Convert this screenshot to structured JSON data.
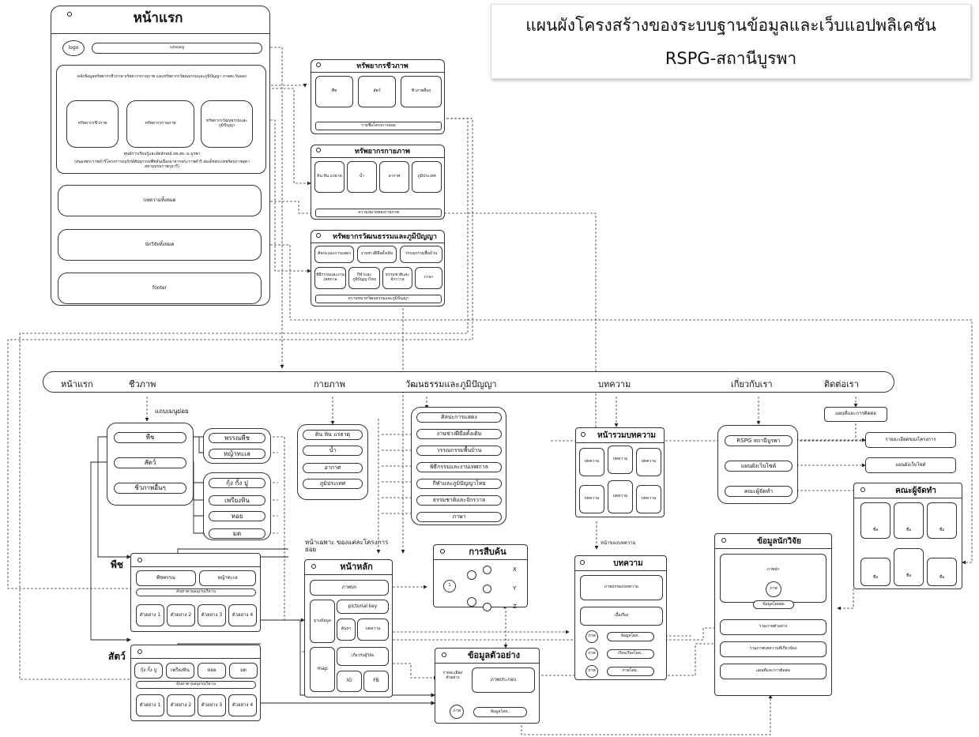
{
  "title": {
    "line1": "แผนผังโครงสร้างของระบบฐานข้อมูลและเว็บแอปพลิเคชัน",
    "line2": "RSPG-สถานีบูรพา"
  },
  "home": {
    "title": "หน้าแรก",
    "logo": "logo",
    "menu": "แถบเมนู",
    "intro": "คลังข้อมูลทรัพยากรชีวภาพ ทรัพยากรกายภาพ และทรัพยากรวัฒนธรรมและภูมิปัญญา ภาคตะวันออก",
    "card1": "ทรัพยากรชีวภาพ",
    "card2": "ทรัพยากรกายภาพ",
    "card3": "ทรัพยากรวัฒนธรรมและภูมิปัญญา",
    "center": "ศูนย์การเรียนรู้และอัตลักษณ์ อพ.สธ.-ม.บูรพา",
    "center_note": "(สนองพระราชดำริโครงการอนุรักษ์พันธุกรรมพืชอันเนื่องมาจากพระราชดำริ สมเด็จพระเทพรัตนราชสุดา สยามบรมราชกุมารี)",
    "articles": "บทความทั้งหมด",
    "researchers": "นักวิจัยทั้งหมด",
    "footer": "footer"
  },
  "bio": {
    "title": "ทรัพยากรชีวภาพ",
    "items": [
      "พืช",
      "สัตว์",
      "ชีวภาพอื่นๆ"
    ],
    "footer": "รายชื่อโครงการย่อย"
  },
  "phys": {
    "title": "ทรัพยากรกายภาพ",
    "items": [
      "ดิน หิน แร่ธาตุ",
      "น้ำ",
      "อากาศ",
      "ภูมิประเทศ"
    ],
    "footer": "ความหมายของกายภาพ"
  },
  "cult": {
    "title": "ทรัพยากรวัฒนธรรมและภูมิปัญญา",
    "items": [
      "ศิลปะและการแสดง",
      "งานช่างฝีมือดั้งเดิม",
      "วรรณกรรมพื้นบ้าน",
      "พิธีกรรมและงานเทศกาล",
      "กีฬาและภูมิปัญญาไทย",
      "ธรรมชาติและจักรวาล",
      "ภาษา"
    ],
    "footer": "ความหมายวัฒนธรรมและภูมิปัญญา"
  },
  "nav": [
    "หน้าแรก",
    "ชีวภาพ",
    "กายภาพ",
    "วัฒนธรรมและภูมิปัญญา",
    "บทความ",
    "เกี่ยวกับเรา",
    "ติดต่อเรา"
  ],
  "submenu": {
    "label": "แถบเมนูย่อย",
    "items": [
      "พืช",
      "สัตว์",
      "ชีวภาพอื่นๆ"
    ]
  },
  "plants_sub": [
    "พรรณพืช",
    "หญ้าทะเล"
  ],
  "animals_sub": [
    "กุ้ง กั้ง ปู",
    "เพรียงหิน",
    "หอย",
    "มด"
  ],
  "phys_menu": [
    "ดิน หิน แร่ธาตุ",
    "น้ำ",
    "อากาศ",
    "ภูมิประเทศ"
  ],
  "cult_menu": [
    "ศิลปะการแสดง",
    "งานช่างฝีมือดั้งเดิม",
    "วรรณกรรมพื้นบ้าน",
    "พิธีกรรมและงานเทศกาล",
    "กีฬาและภูมิปัญญาไทย",
    "ธรรมชาติและจักรวาล",
    "ภาษา"
  ],
  "contact_note": "แผนที่และการติดต่อ",
  "about": {
    "items": [
      "RSPG สถานีบูรพา",
      "แผนผังเว็บไซต์",
      "คณะผู้จัดทำ"
    ],
    "notes": [
      "รายละเอียดของโครงการ",
      "แผนผังเว็บไซต์"
    ]
  },
  "team": {
    "title": "คณะผู้จัดทำ",
    "name": "ชื่อ"
  },
  "article_hub": {
    "title": "หน้ารวมบทความ",
    "item": "บทความ",
    "note": "หน้าของบทความ"
  },
  "article_page": {
    "title": "บทความ",
    "cover": "ภาพปกของบทความ",
    "content": "เนื้อเรื่อง",
    "img": "ภาพ",
    "rows": [
      "ข้อมูลโดย..",
      "เรียบเรียงโดย..",
      "ภาพโดย.."
    ]
  },
  "researcher": {
    "title": "ข้อมูลนักวิจัย",
    "cover": "ภาพปก",
    "img": "ภาพ",
    "by": "ข้อมูลโดยย่อ",
    "rows": [
      "รวมภาพตัวอย่าง",
      "รวมภาพบทความที่เกี่ยวข้อง",
      "แผนที่และการติดต่อ"
    ]
  },
  "main": {
    "note": "หน้าเฉพาะ ของแต่ละโครงการย่อย",
    "title": "หน้าหลัก",
    "cover": "ภาพปก",
    "db": "ฐานข้อมูล",
    "key": "pictorial key",
    "search": "ค้นหา",
    "article": "บทความ",
    "map": "map",
    "about": "เกี่ยวกับผู้วิจัย",
    "ig": "IG",
    "fb": "FB"
  },
  "search": {
    "title": "การสืบค้น",
    "root": "1",
    "leaves": [
      "X",
      "Y",
      "Z"
    ]
  },
  "sample": {
    "title": "ข้อมูลตัวอย่าง",
    "detail": "รายละเอียด ตัวอย่าง",
    "cover": "ภาพประกอบ",
    "img": "ภาพ",
    "by": "ข้อมูลโดย.."
  },
  "plant_page": {
    "label": "พืช",
    "tabs": [
      "พืชพรรณ",
      "หญ้าทะเล"
    ],
    "search": "ค้นหาตามอนุกรมวิธาน",
    "samples": [
      "ตัวอย่าง 1",
      "ตัวอย่าง 2",
      "ตัวอย่าง 3",
      "ตัวอย่าง 4"
    ]
  },
  "animal_page": {
    "label": "สัตว์",
    "tabs": [
      "กุ้ง กั้ง ปู",
      "เพรียงหิน",
      "หอย",
      "มด"
    ],
    "search": "ค้นหาตามอนุกรมวิธาน",
    "samples": [
      "ตัวอย่าง 1",
      "ตัวอย่าง 2",
      "ตัวอย่าง 3",
      "ตัวอย่าง 4"
    ]
  }
}
